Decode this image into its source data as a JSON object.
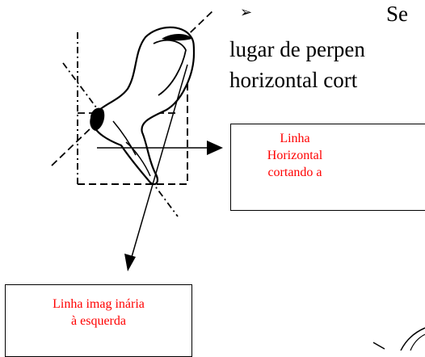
{
  "body_text": {
    "bullet": "➢",
    "line1": "Se",
    "line2": "lugar de perpen",
    "line3": "horizontal cort"
  },
  "callouts": {
    "horizontal": {
      "line1": "Linha",
      "line2": "Horizontal",
      "line3": "cortando a"
    },
    "imaginary": {
      "line1": "Linha imag inária",
      "line2": "à esquerda"
    }
  },
  "colors": {
    "callout_text": "#ff0000",
    "text": "#000000",
    "line": "#000000"
  }
}
